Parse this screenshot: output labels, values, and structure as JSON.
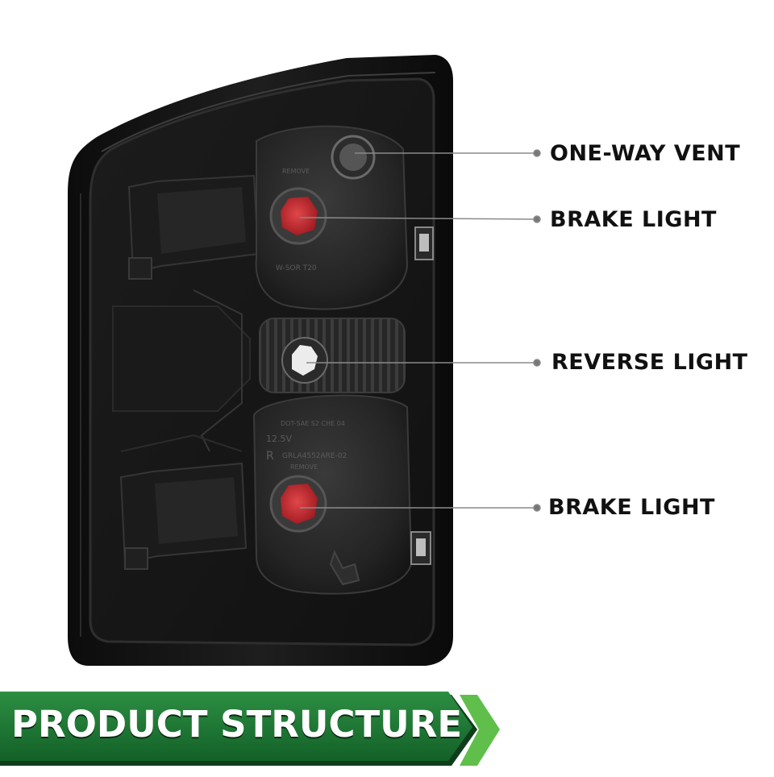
{
  "callouts": [
    {
      "id": "vent",
      "label": "ONE-WAY VENT"
    },
    {
      "id": "brake-top",
      "label": "BRAKE LIGHT"
    },
    {
      "id": "reverse",
      "label": "REVERSE LIGHT"
    },
    {
      "id": "brake-bottom",
      "label": "BRAKE LIGHT"
    }
  ],
  "banner": {
    "title": "PRODUCT STRUCTURE"
  },
  "colors": {
    "housing": "#141414",
    "lens_red": "#c0272d",
    "banner_green": "#1f7a34",
    "banner_dark": "#0f3d1c",
    "accent_light_green": "#5fbf4a",
    "leader_line": "#8a8a8a"
  },
  "product": {
    "type": "tail light housing (rear view)"
  }
}
